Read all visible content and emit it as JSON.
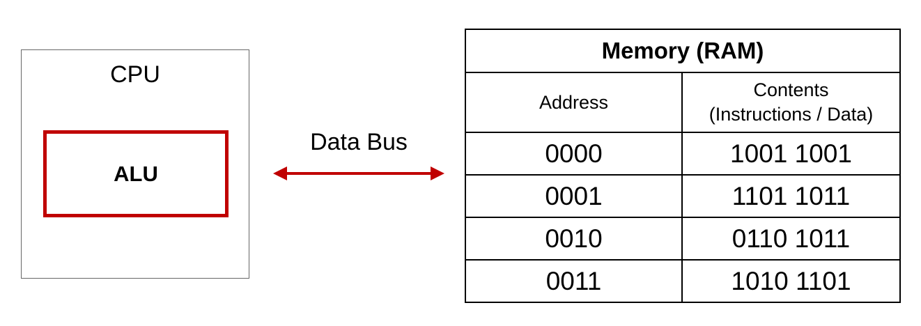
{
  "cpu": {
    "title": "CPU",
    "alu_label": "ALU"
  },
  "bus": {
    "label": "Data Bus"
  },
  "memory": {
    "title": "Memory (RAM)",
    "headers": {
      "address": "Address",
      "contents_line1": "Contents",
      "contents_line2": "(Instructions / Data)"
    },
    "rows": [
      {
        "address": "0000",
        "contents": "1001 1001"
      },
      {
        "address": "0001",
        "contents": "1101 1011"
      },
      {
        "address": "0010",
        "contents": "0110 1011"
      },
      {
        "address": "0011",
        "contents": "1010 1101"
      }
    ]
  },
  "colors": {
    "accent": "#c00000",
    "cpu_border": "#666666",
    "table_border": "#000000"
  }
}
